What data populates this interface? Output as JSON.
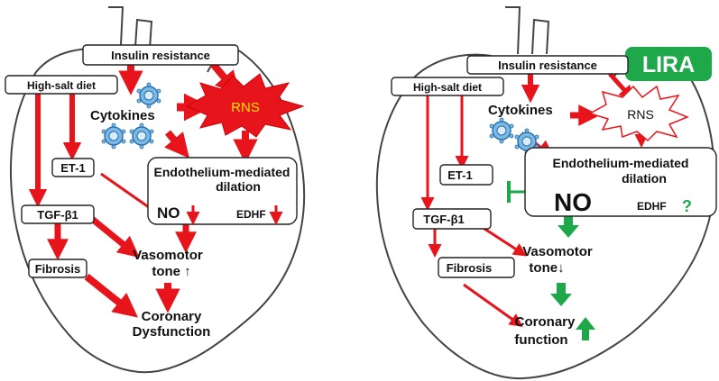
{
  "colors": {
    "red": "#e8141c",
    "green": "#1fa84a",
    "outline": "#444444",
    "rns_text": "#f5e400"
  },
  "left": {
    "insulin_resistance": "Insulin resistance",
    "high_salt_diet": "High-salt diet",
    "cytokines": "Cytokines",
    "rns": "RNS",
    "et1": "ET-1",
    "endothelium_line1": "Endothelium-mediated",
    "endothelium_line2": "dilation",
    "no": "NO",
    "edhf": "EDHF",
    "tgf": "TGF-β1",
    "fibrosis": "Fibrosis",
    "vasomotor_line1": "Vasomotor",
    "vasomotor_line2": "tone ↑",
    "coronary_line1": "Coronary",
    "coronary_line2": "Dysfunction"
  },
  "right": {
    "lira": "LIRA",
    "insulin_resistance": "Insulin resistance",
    "high_salt_diet": "High-salt diet",
    "cytokines": "Cytokines",
    "rns": "RNS",
    "et1": "ET-1",
    "endothelium_line1": "Endothelium-mediated",
    "endothelium_line2": "dilation",
    "no": "NO",
    "edhf": "EDHF",
    "question": "?",
    "tgf": "TGF-β1",
    "fibrosis": "Fibrosis",
    "vasomotor_line1": "Vasomotor",
    "vasomotor_line2": "tone↓",
    "coronary_line1": "Coronary",
    "coronary_line2": "function"
  }
}
